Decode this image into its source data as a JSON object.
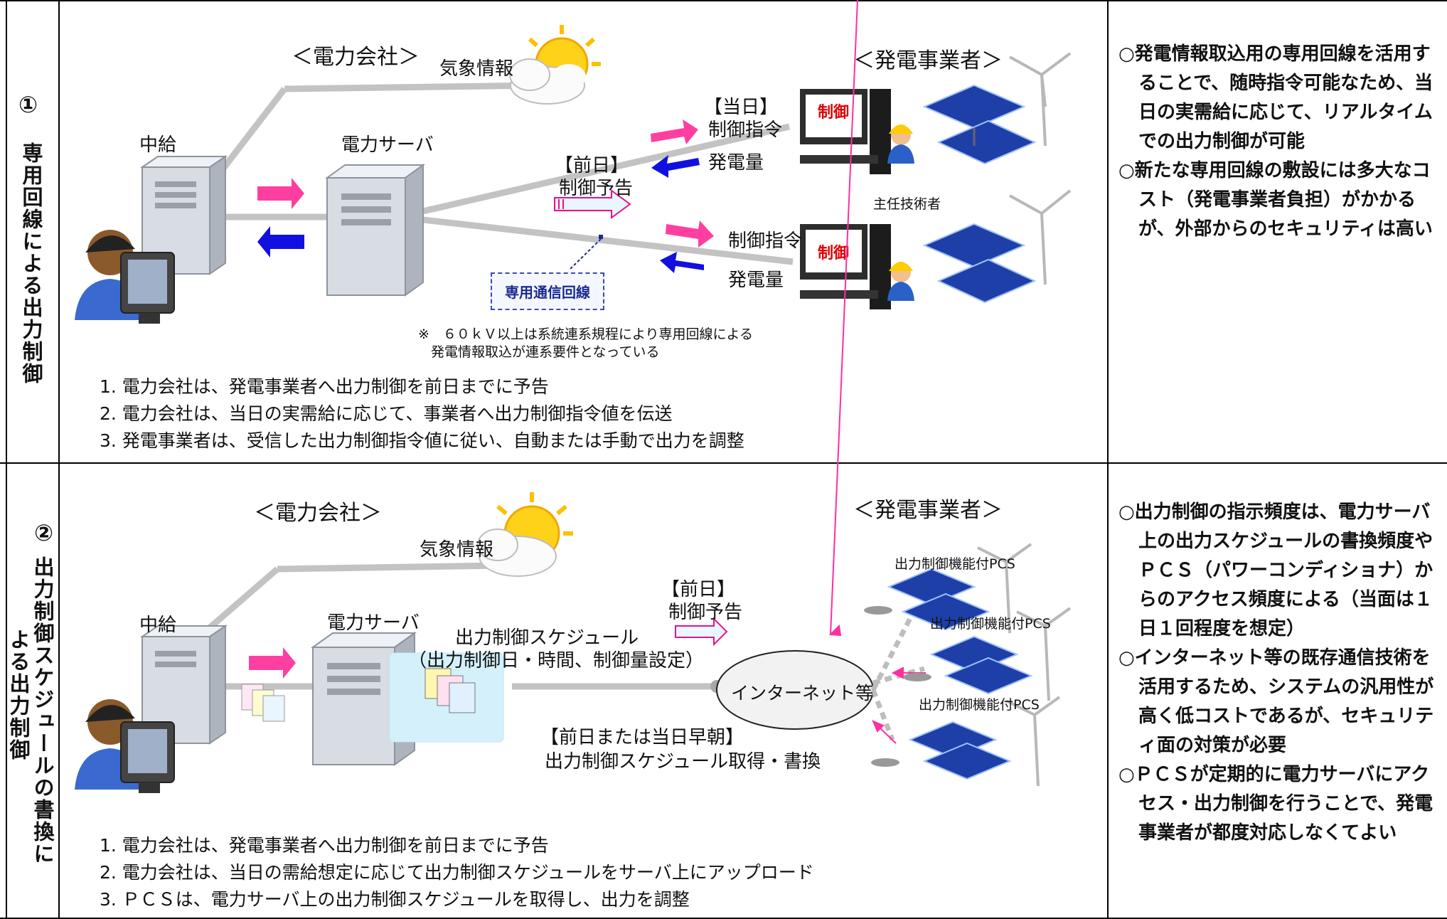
{
  "section1": {
    "number": "①",
    "title": "専用回線による出力制御",
    "company_label": "＜電力会社＞",
    "producer_label": "＜発電事業者＞",
    "weather_label": "気象情報",
    "chukyu_label": "中給",
    "server_label": "電力サーバ",
    "today_tag": "【当日】",
    "today_cmd": "制御指令",
    "gen_amount_1": "発電量",
    "prev_tag": "【前日】",
    "prev_notice": "制御予告",
    "chief_engineer": "主任技術者",
    "cmd_2": "制御指令",
    "gen_amount_2": "発電量",
    "control_screen": "制御",
    "dedicated_line": "専用通信回線",
    "footnote_1": "※　６０ｋＶ以上は系統連系規程により専用回線による",
    "footnote_2": "発電情報取込が連系要件となっている",
    "steps": [
      "1.  電力会社は、発電事業者へ出力制御を前日までに予告",
      "2.  電力会社は、当日の実需給に応じて、事業者へ出力制御指令値を伝送",
      "3.  発電事業者は、受信した出力制御指令値に従い、自動または手動で出力を調整"
    ],
    "remarks": [
      "○発電情報取込用の専用回線を活用することで、随時指令可能なため、当日の実需給に応じて、リアルタイムでの出力制御が可能",
      "○新たな専用回線の敷設には多大なコスト（発電事業者負担）がかかるが、外部からのセキュリティは高い"
    ]
  },
  "section2": {
    "number": "②",
    "title_col1": "出力制御スケジュールの書換に",
    "title_col2": "よる出力制御",
    "company_label": "＜電力会社＞",
    "producer_label": "＜発電事業者＞",
    "weather_label": "気象情報",
    "chukyu_label": "中給",
    "server_label": "電力サーバ",
    "schedule_label": "出力制御スケジュール",
    "schedule_detail": "（出力制御日・時間、制御量設定）",
    "prev_tag": "【前日】",
    "prev_notice": "制御予告",
    "internet": "インターネット等",
    "pcs_label_1": "出力制御機能付PCS",
    "pcs_label_2": "出力制御機能付PCS",
    "pcs_label_3": "出力制御機能付PCS",
    "fetch_tag": "【前日または当日早朝】",
    "fetch_text": "出力制御スケジュール取得・書換",
    "steps": [
      "1.  電力会社は、発電事業者へ出力制御を前日までに予告",
      "2.  電力会社は、当日の需給想定に応じて出力制御スケジュールをサーバ上にアップロード",
      "3.  ＰＣＳは、電力サーバ上の出力制御スケジュールを取得し、出力を調整"
    ],
    "remarks": [
      "○出力制御の指示頻度は、電力サーバ上の出力スケジュールの書換頻度やＰＣＳ（パワーコンディショナ）からのアクセス頻度による（当面は１日１回程度を想定）",
      "○インターネット等の既存通信技術を活用するため、システムの汎用性が高く低コストであるが、セキュリティ面の対策が必要",
      "○ＰＣＳが定期的に電力サーバにアクセス・出力制御を行うことで、発電事業者が都度対応しなくてよい"
    ]
  },
  "colors": {
    "pink_arrow": "#ff3fa0",
    "blue_arrow": "#1010e0",
    "line_gray": "#c0c0c0",
    "control_red": "#e00000"
  }
}
